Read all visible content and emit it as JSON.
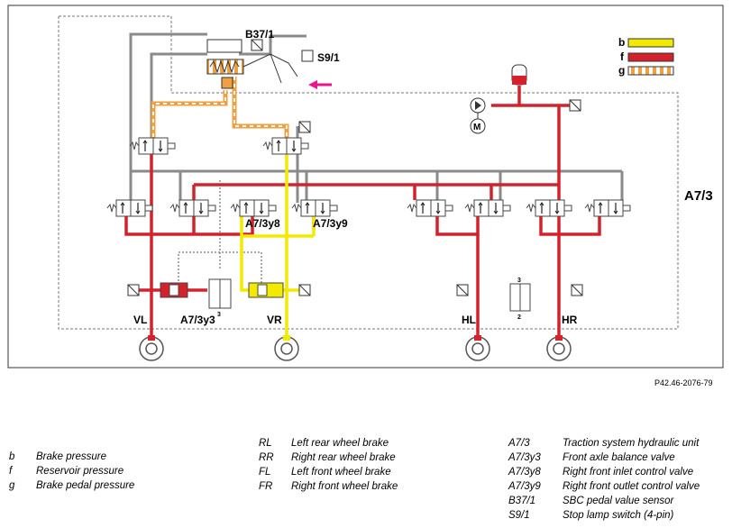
{
  "diagram": {
    "labels": {
      "b37_1": "B37/1",
      "s9_1": "S9/1",
      "a7_3": "A7/3",
      "a7_3y8": "A7/3y8",
      "a7_3y9": "A7/3y9",
      "a7_3y3": "A7/3y3",
      "vl": "VL",
      "vr": "VR",
      "hl": "HL",
      "hr": "HR",
      "pump_m": "M",
      "num_3a": "3",
      "num_3b": "3",
      "num_2": "2"
    },
    "line_legend": [
      {
        "key": "b",
        "color": "#f2ea00"
      },
      {
        "key": "f",
        "color": "#d4222c"
      },
      {
        "key": "g",
        "color": "#f0a040",
        "pattern": "dashed-white"
      }
    ],
    "colors": {
      "brake_pressure": "#f2ea00",
      "reservoir_pressure": "#d4222c",
      "pedal_pressure": "#f0a040",
      "line_gray": "#8a8a8a",
      "arrow": "#e8168c"
    }
  },
  "reference_code": "P42.46-2076-79",
  "legend": {
    "col1": [
      {
        "key": "b",
        "text": "Brake pressure"
      },
      {
        "key": "f",
        "text": "Reservoir pressure"
      },
      {
        "key": "g",
        "text": "Brake pedal pressure"
      }
    ],
    "col2": [
      {
        "key": "RL",
        "text": "Left rear wheel brake"
      },
      {
        "key": "RR",
        "text": "Right rear wheel brake"
      },
      {
        "key": "FL",
        "text": "Left front wheel brake"
      },
      {
        "key": "FR",
        "text": "Right front wheel brake"
      }
    ],
    "col3": [
      {
        "key": "A7/3",
        "text": "Traction system hydraulic unit"
      },
      {
        "key": "A7/3y3",
        "text": "Front axle balance valve"
      },
      {
        "key": "A7/3y8",
        "text": "Right front inlet control valve"
      },
      {
        "key": "A7/3y9",
        "text": "Right front outlet control valve"
      },
      {
        "key": "B37/1",
        "text": "SBC pedal value sensor"
      },
      {
        "key": "S9/1",
        "text": "Stop lamp switch (4-pin)"
      }
    ]
  }
}
